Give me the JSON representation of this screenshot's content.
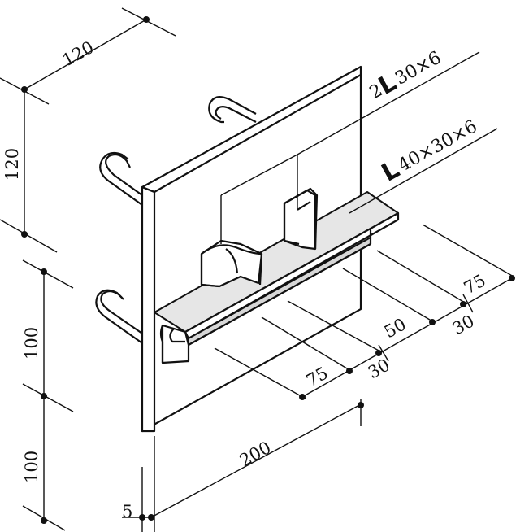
{
  "drawing": {
    "labels": {
      "angle_pair": "30×6",
      "angle_pair_prefix": "2",
      "angle_single": "40×30×6",
      "angle_symbol": "L"
    },
    "dimensions": {
      "top_depth": "120",
      "left_height": "120",
      "left_lower_a": "100",
      "left_lower_b": "100",
      "bottom_width": "200",
      "bottom_thickness": "5",
      "right_75_a": "75",
      "right_30_a": "30",
      "right_50": "50",
      "right_30_b": "30",
      "right_75_b": "75"
    }
  }
}
